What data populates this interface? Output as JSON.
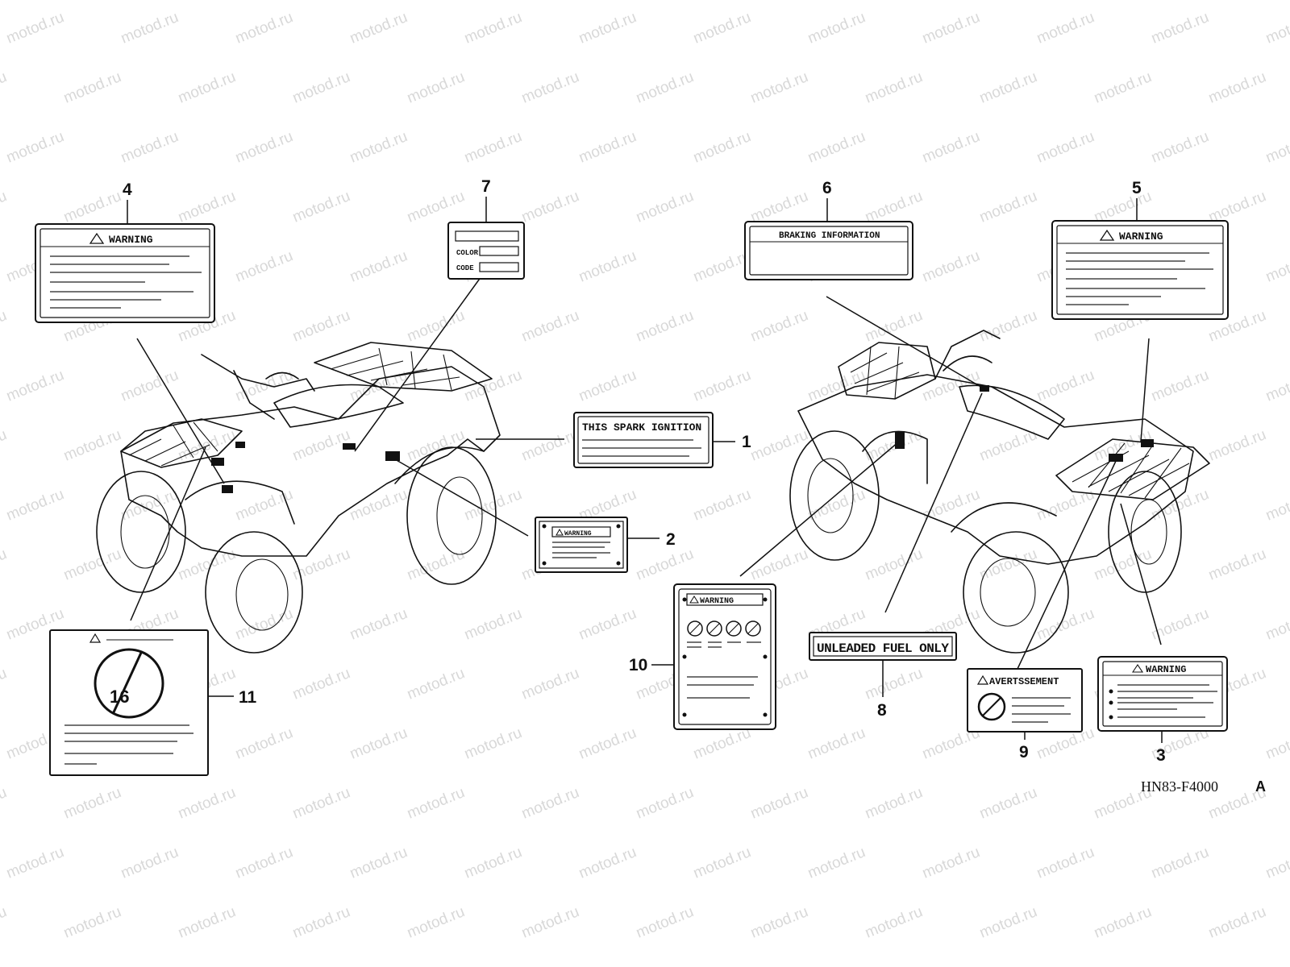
{
  "watermark": "motod.ru",
  "figure_code": "HN83-F4000",
  "figure_revision": "A",
  "callouts": [
    {
      "id": "1",
      "number": "1",
      "label_text": "THIS SPARK IGNITION"
    },
    {
      "id": "2",
      "number": "2",
      "label_text": "WARNING"
    },
    {
      "id": "3",
      "number": "3",
      "label_text": "WARNING"
    },
    {
      "id": "4",
      "number": "4",
      "label_text": "WARNING"
    },
    {
      "id": "5",
      "number": "5",
      "label_text": "WARNING"
    },
    {
      "id": "6",
      "number": "6",
      "label_text": "BRAKING INFORMATION"
    },
    {
      "id": "7",
      "number": "7",
      "label_text": "",
      "rows": [
        "COLOR",
        "CODE"
      ]
    },
    {
      "id": "8",
      "number": "8",
      "label_text": "UNLEADED FUEL ONLY"
    },
    {
      "id": "9",
      "number": "9",
      "label_text": "AVERTSSEMENT"
    },
    {
      "id": "10",
      "number": "10",
      "label_text": "WARNING"
    },
    {
      "id": "11",
      "number": "11",
      "label_text": "",
      "icon_text": "16"
    }
  ]
}
